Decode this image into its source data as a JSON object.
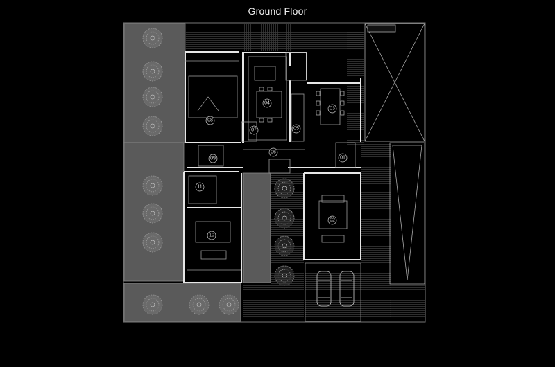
{
  "title": "Ground Floor",
  "colors": {
    "background": "#000000",
    "wall": "#e6e6e6",
    "line": "#8a8a8a",
    "garden": "#5a5a5a",
    "deck": "#2b2b2b"
  },
  "rooms": [
    {
      "key": "r01",
      "label": "01"
    },
    {
      "key": "r02",
      "label": "02"
    },
    {
      "key": "r03",
      "label": "03"
    },
    {
      "key": "r04",
      "label": "04"
    },
    {
      "key": "r05",
      "label": "05"
    },
    {
      "key": "r06",
      "label": "06"
    },
    {
      "key": "r07",
      "label": "07"
    },
    {
      "key": "r08",
      "label": "08"
    },
    {
      "key": "r09",
      "label": "09"
    },
    {
      "key": "r10",
      "label": "10"
    },
    {
      "key": "r11",
      "label": "11"
    }
  ]
}
